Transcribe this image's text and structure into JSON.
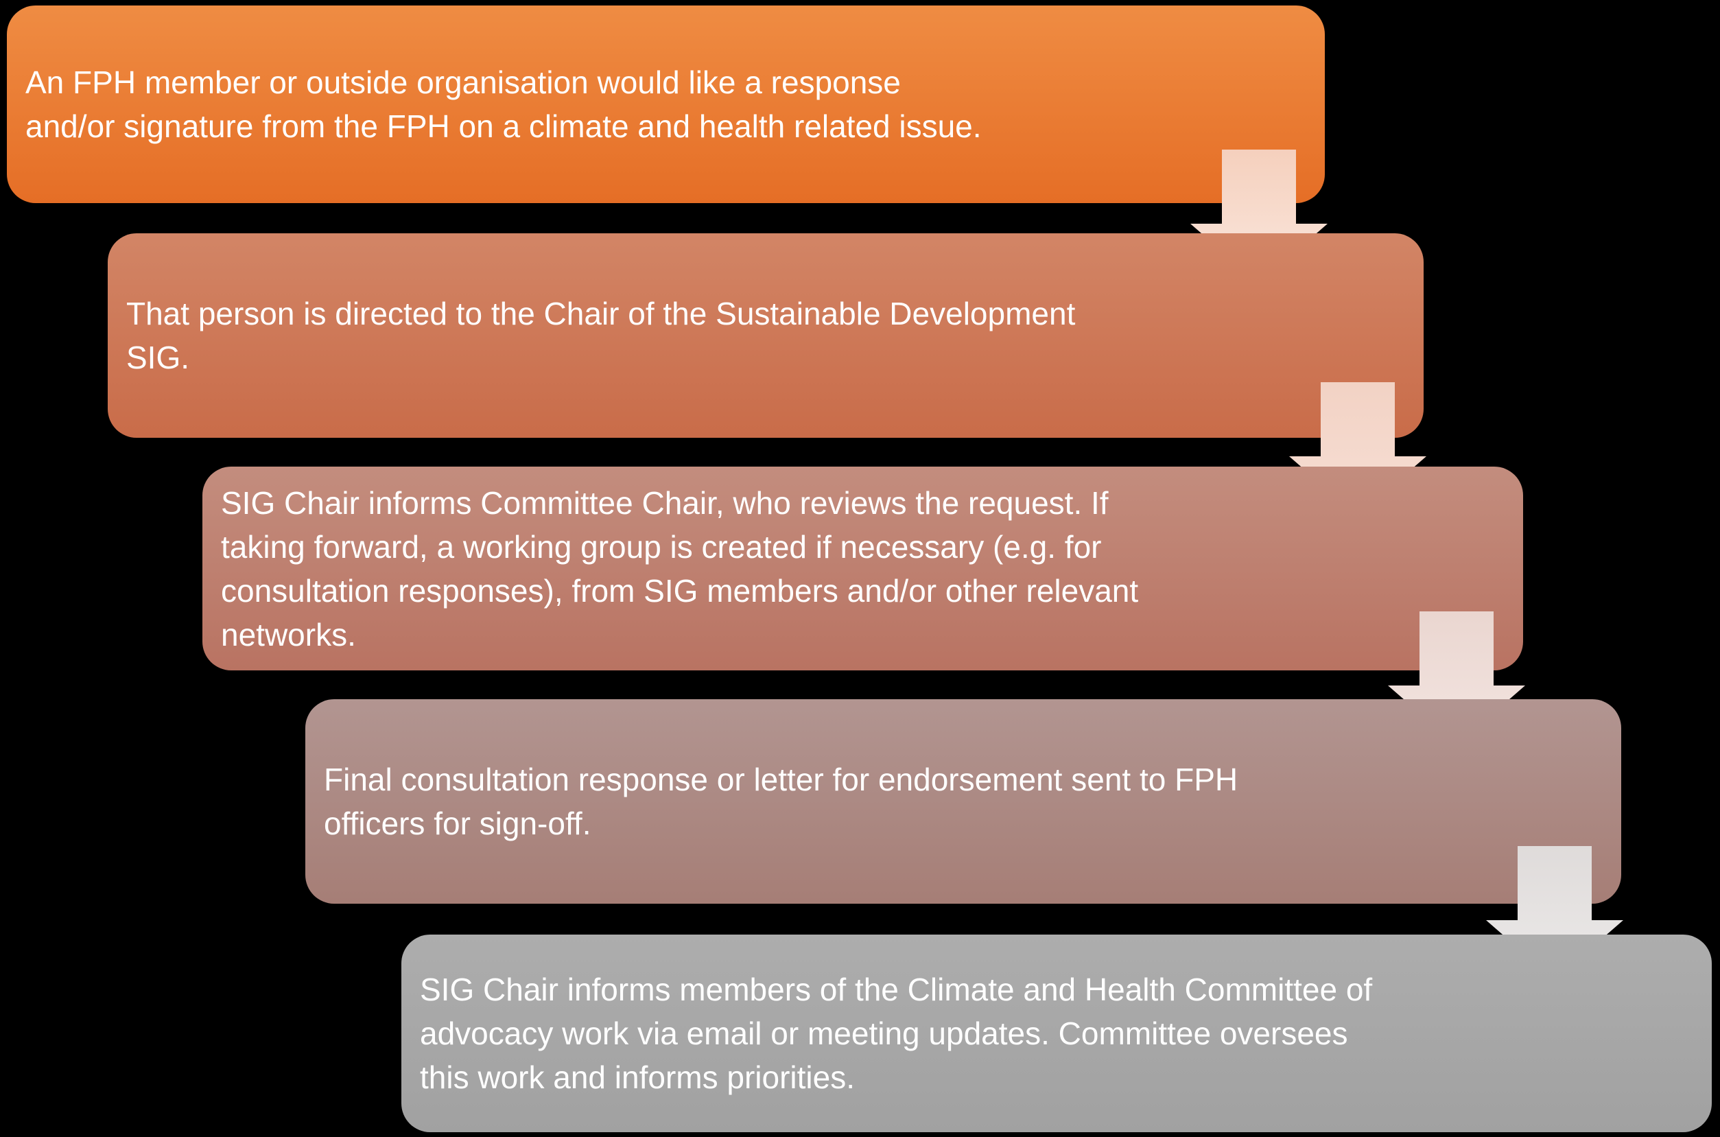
{
  "diagram": {
    "background": "#000000",
    "text_color": "#FFFFFF",
    "steps": [
      {
        "text": "An FPH member or outside organisation would like a response\nand/or signature from the FPH on a climate and health related issue.",
        "color_top": "#EF8C43",
        "color_bottom": "#E56E26"
      },
      {
        "text": "That person is directed to the Chair of the Sustainable Development\nSIG.",
        "color_top": "#D28566",
        "color_bottom": "#C96C49"
      },
      {
        "text": "SIG Chair informs Committee Chair, who reviews the request. If\ntaking forward, a working group is created if necessary (e.g. for\nconsultation responses), from SIG members and/or other relevant\nnetworks.",
        "color_top": "#C38D7E",
        "color_bottom": "#B97362"
      },
      {
        "text": "Final consultation response or letter for endorsement sent to FPH\nofficers for sign-off.",
        "color_top": "#B29591",
        "color_bottom": "#A67E76"
      },
      {
        "text": "SIG Chair informs members of the Climate and Health Committee of\nadvocacy work via email or meeting updates. Committee oversees\nthis work and informs priorities.",
        "color_top": "#ADADAD",
        "color_bottom": "#A1A1A1"
      }
    ],
    "arrows": [
      {
        "color_top": "#F5D0BD",
        "color_bottom": "#FAE7DE"
      },
      {
        "color_top": "#F2D2C4",
        "color_bottom": "#F7DFD5"
      },
      {
        "color_top": "#EAD6D0",
        "color_bottom": "#F3E5E1"
      },
      {
        "color_top": "#DFDBDA",
        "color_bottom": "#ECEAE9"
      }
    ]
  }
}
